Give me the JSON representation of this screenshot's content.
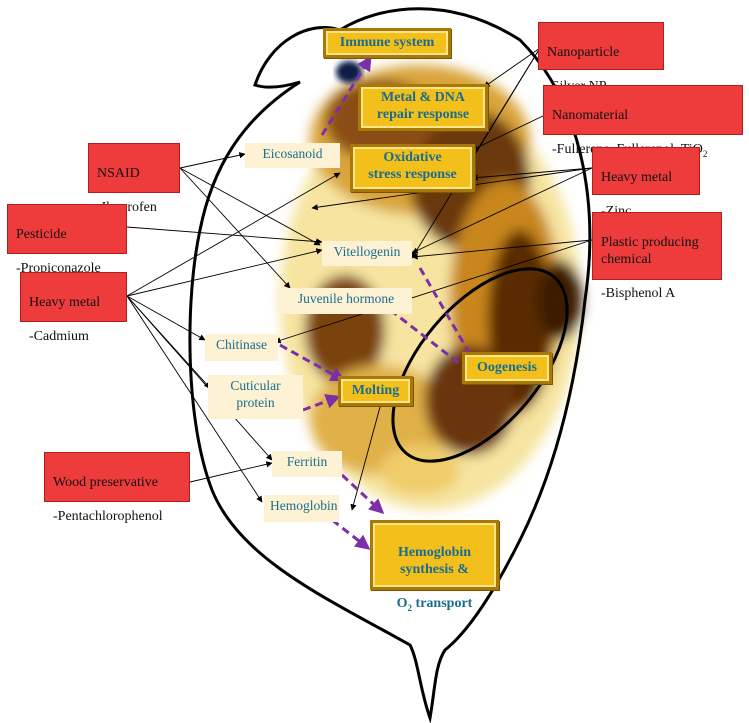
{
  "stressors": {
    "nanoparticle": {
      "title": "Nanoparticle",
      "example": "-Silver NP"
    },
    "nanomaterial": {
      "title": "Nanomaterial",
      "example": "-Fullerene, Fullerenol, TiO",
      "example_sub": "2"
    },
    "heavy_metal_zinc": {
      "title": "Heavy metal",
      "example": "-Zinc"
    },
    "plastic_chemical": {
      "title": "Plastic producing\nchemical",
      "example": "-Bisphenol A"
    },
    "nsaid": {
      "title": "NSAID",
      "example": "-Ibuprofen"
    },
    "pesticide": {
      "title": "Pesticide",
      "example": "-Propiconazole"
    },
    "heavy_metal_cadmium": {
      "title": "Heavy metal",
      "example": "-Cadmium"
    },
    "wood_preservative": {
      "title": "Wood preservative",
      "example": "-Pentachlorophenol"
    }
  },
  "targets": {
    "eicosanoid": "Eicosanoid",
    "vitellogenin": "Vitellogenin",
    "juvenile_hormone": "Juvenile hormone",
    "chitinase": "Chitinase",
    "cuticular_protein": "Cuticular\nprotein",
    "ferritin": "Ferritin",
    "hemoglobin": "Hemoglobin"
  },
  "responses": {
    "immune_system": "Immune system",
    "metal_dna_repair": "Metal & DNA\nrepair response",
    "oxidative_stress": "Oxidative\nstress response",
    "molting": "Molting",
    "oogenesis": "Oogenesis",
    "hemoglobin_synthesis": {
      "line1": "Hemoglobin\nsynthesis &",
      "line2_prefix": "O",
      "line2_sub": "2",
      "line2_suffix": " transport"
    }
  },
  "colors": {
    "stressor_fill": "#ee3b3b",
    "target_fill": "#fdf2d3",
    "target_text": "#1a6d8f",
    "response_fill": "#f3bf1a",
    "response_border": "#a87808",
    "response_arrow": "#7b2fa8",
    "outline": "#000000"
  }
}
